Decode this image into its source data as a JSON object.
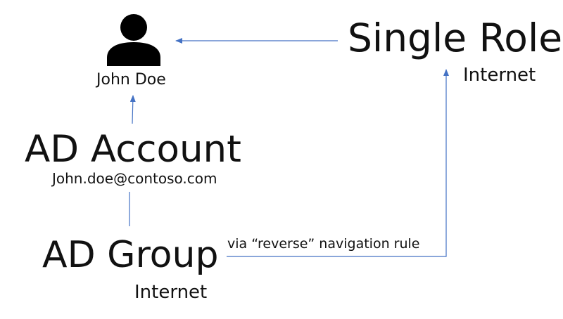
{
  "nodes": {
    "user": {
      "name": "John Doe",
      "icon": "person-icon"
    },
    "single_role": {
      "title": "Single Role",
      "subtitle": "Internet"
    },
    "ad_account": {
      "title": "AD Account",
      "subtitle": "John.doe@contoso.com"
    },
    "ad_group": {
      "title": "AD Group",
      "subtitle": "Internet"
    }
  },
  "edges": {
    "reverse_rule_label": "via “reverse” navigation rule"
  },
  "colors": {
    "connector": "#4472c4",
    "text": "#111111",
    "icon": "#000000"
  }
}
